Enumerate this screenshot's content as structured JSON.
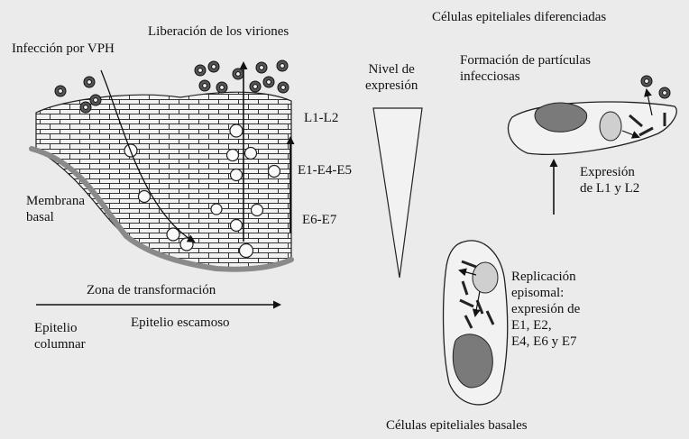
{
  "labels": {
    "liberacion": "Liberación de los viriones",
    "celulas_diferenciadas": "Células epiteliales diferenciadas",
    "infeccion": "Infección por VPH",
    "nivel_expresion": "Nivel de\nexpresión",
    "formacion": "Formación de partículas\ninfecciosas",
    "l1_l2": "L1-L2",
    "e1_e4_e5": "E1-E4-E5",
    "e6_e7": "E6-E7",
    "membrana": "Membrana\nbasal",
    "expresion_l1_l2": "Expresión\nde L1 y L2",
    "zona": "Zona de transformación",
    "replicacion": "Replicación\nepisomal:\nexpresión de\nE1, E2,\nE4, E6 y E7",
    "epitelio_columnar": "Epitelio\ncolumnar",
    "epitelio_escamoso": "Epitelio escamoso",
    "celulas_basales": "Células epiteliales basales"
  },
  "colors": {
    "background": "#ebebeb",
    "membrane": "#8a8a8a",
    "nucleus": "#7a7a7a",
    "vacuole": "#cfcfcf"
  }
}
